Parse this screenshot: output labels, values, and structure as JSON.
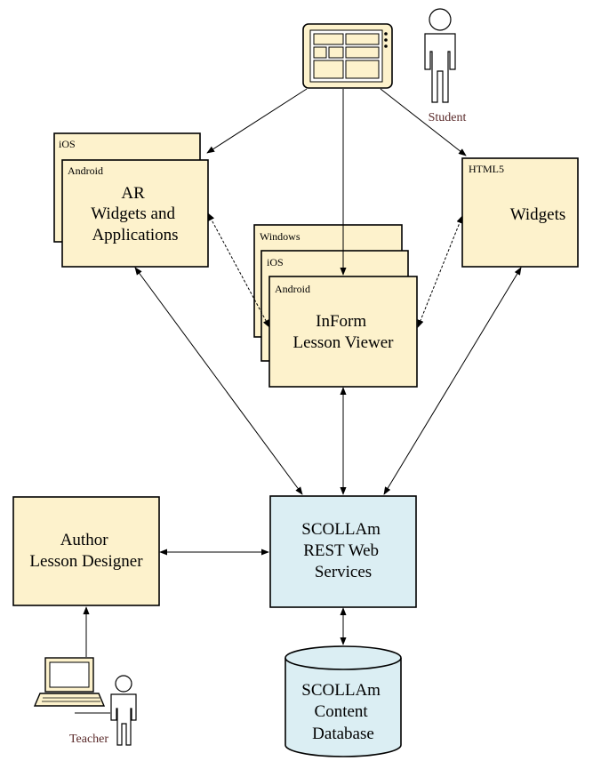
{
  "colors": {
    "box_fill": "#fdf2cc",
    "server_fill": "#dbeef3",
    "actor_label": "#5a2a2a"
  },
  "tablet": {
    "icon": "tablet-icon"
  },
  "student": {
    "label": "Student",
    "icon": "person-icon"
  },
  "teacher": {
    "label": "Teacher",
    "icon": "person-icon"
  },
  "laptop": {
    "icon": "laptop-icon"
  },
  "ar_stack": {
    "back_label": "iOS",
    "front_label": "Android",
    "title_lines": [
      "AR",
      "Widgets and",
      "Applications"
    ]
  },
  "widgets": {
    "platform_label": "HTML5",
    "title": "Widgets"
  },
  "inform_stack": {
    "back_label": "Windows",
    "middle_label": "iOS",
    "front_label": "Android",
    "title_lines": [
      "InForm",
      "Lesson Viewer"
    ]
  },
  "author": {
    "title_lines": [
      "Author",
      "Lesson Designer"
    ]
  },
  "services": {
    "title_lines": [
      "SCOLLAm",
      "REST Web",
      "Services"
    ]
  },
  "database": {
    "title_lines": [
      "SCOLLAm",
      "Content",
      "Database"
    ]
  }
}
